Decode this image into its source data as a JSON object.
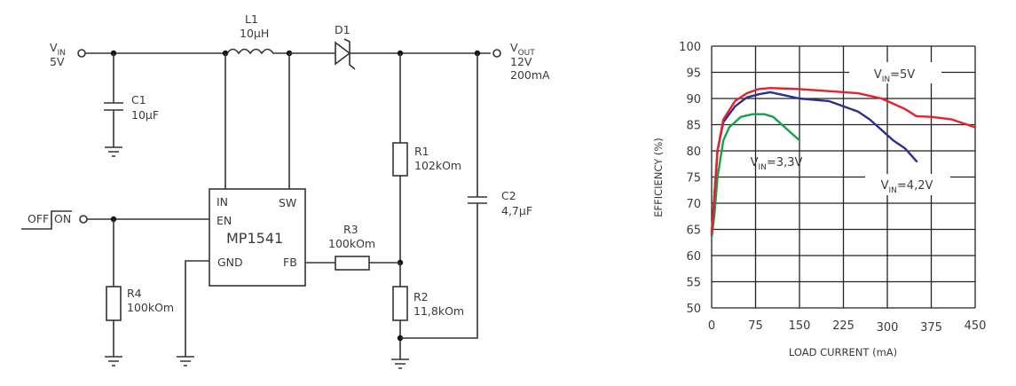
{
  "schematic": {
    "vin": {
      "symbol": "V",
      "sub": "IN",
      "value": "5V"
    },
    "vout": {
      "symbol": "V",
      "sub": "OUT",
      "value": "12V",
      "current": "200mA"
    },
    "l1": {
      "ref": "L1",
      "value": "10µH"
    },
    "d1": {
      "ref": "D1"
    },
    "c1": {
      "ref": "C1",
      "value": "10µF"
    },
    "c2": {
      "ref": "C2",
      "value": "4,7µF"
    },
    "r1": {
      "ref": "R1",
      "value": "102kOm"
    },
    "r2": {
      "ref": "R2",
      "value": "11,8kOm"
    },
    "r3": {
      "ref": "R3",
      "value": "100kOm"
    },
    "r4": {
      "ref": "R4",
      "value": "100kOm"
    },
    "switch": {
      "off_label": "OFF",
      "on_label": "ON"
    },
    "ic": {
      "name": "MP1541",
      "pins": {
        "in": "IN",
        "sw": "SW",
        "en": "EN",
        "gnd": "GND",
        "fb": "FB"
      }
    }
  },
  "chart_data": {
    "type": "line",
    "title": "",
    "xlabel": "LOAD CURRENT (mA)",
    "ylabel": "EFFICIENCY (%)",
    "xlim": [
      0,
      450
    ],
    "ylim": [
      50,
      100
    ],
    "x_ticks": [
      "0",
      "75",
      "150",
      "225",
      "300",
      "375",
      "450"
    ],
    "y_ticks": [
      "50",
      "55",
      "60",
      "65",
      "70",
      "75",
      "80",
      "85",
      "90",
      "95",
      "100"
    ],
    "grid": true,
    "legend": "inline-annotations",
    "series": [
      {
        "name": "VIN=5V",
        "label_main": "V",
        "label_sub": "IN",
        "label_rest": "=5V",
        "color": "#e8202a",
        "points": [
          [
            0,
            64
          ],
          [
            5,
            72
          ],
          [
            10,
            80
          ],
          [
            20,
            86
          ],
          [
            40,
            89.5
          ],
          [
            60,
            91
          ],
          [
            80,
            91.8
          ],
          [
            100,
            92
          ],
          [
            150,
            91.8
          ],
          [
            200,
            91.4
          ],
          [
            250,
            91
          ],
          [
            290,
            90
          ],
          [
            310,
            89
          ],
          [
            330,
            88
          ],
          [
            350,
            86.6
          ],
          [
            375,
            86.5
          ],
          [
            410,
            86
          ],
          [
            450,
            84.5
          ]
        ]
      },
      {
        "name": "VIN=4,2V",
        "label_main": "V",
        "label_sub": "IN",
        "label_rest": "=4,2V",
        "color": "#2b2f8e",
        "points": [
          [
            0,
            64
          ],
          [
            5,
            72
          ],
          [
            10,
            80
          ],
          [
            20,
            85.5
          ],
          [
            40,
            88.5
          ],
          [
            60,
            90.2
          ],
          [
            80,
            90.8
          ],
          [
            100,
            91.2
          ],
          [
            150,
            90
          ],
          [
            200,
            89.5
          ],
          [
            250,
            87.5
          ],
          [
            270,
            86
          ],
          [
            290,
            84
          ],
          [
            310,
            82
          ],
          [
            330,
            80.5
          ],
          [
            350,
            78
          ]
        ]
      },
      {
        "name": "VIN=3,3V",
        "label_main": "V",
        "label_sub": "IN",
        "label_rest": "=3,3V",
        "color": "#14a34a",
        "points": [
          [
            0,
            63.5
          ],
          [
            5,
            68
          ],
          [
            10,
            75
          ],
          [
            20,
            82
          ],
          [
            30,
            84.5
          ],
          [
            50,
            86.5
          ],
          [
            70,
            87
          ],
          [
            90,
            87
          ],
          [
            105,
            86.5
          ],
          [
            125,
            84.5
          ],
          [
            150,
            82
          ]
        ]
      }
    ]
  }
}
